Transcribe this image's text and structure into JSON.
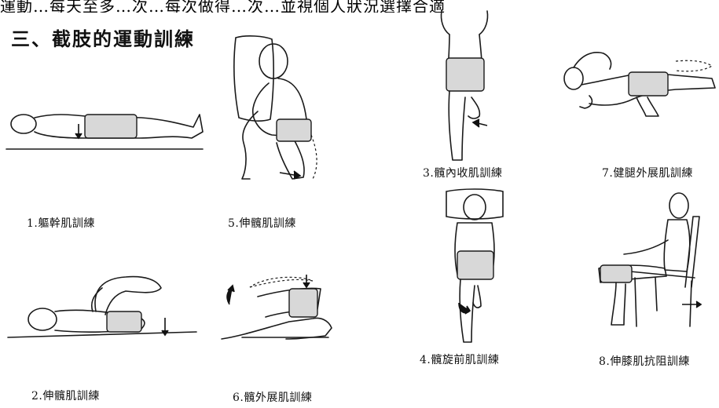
{
  "header": {
    "top_strip_text": "運動…每天至多…次…每次做得…次…並視個人狀況選擇合適",
    "section_title": "三、截肢的運動訓練"
  },
  "figures": [
    {
      "name": "trunk-muscle-training",
      "caption": "1.軀幹肌訓練"
    },
    {
      "name": "hip-extensor-training-a",
      "caption": "2.伸髖肌訓練"
    },
    {
      "name": "hip-adductor-training",
      "caption": "3.髖內收肌訓練"
    },
    {
      "name": "hip-rotator-training",
      "caption": "4.髖旋前肌訓練"
    },
    {
      "name": "hip-extensor-training-b",
      "caption": "5.伸髖肌訓練"
    },
    {
      "name": "hip-abductor-training",
      "caption": "6.髖外展肌訓練"
    },
    {
      "name": "healthy-leg-abductor-training",
      "caption": "7.健腿外展肌訓練"
    },
    {
      "name": "knee-extensor-resistance-training",
      "caption": "8.伸膝肌抗阻訓練"
    }
  ],
  "colors": {
    "ink": "#1a1a1a",
    "shorts_fill": "#d8d8d8",
    "background": "#ffffff"
  }
}
